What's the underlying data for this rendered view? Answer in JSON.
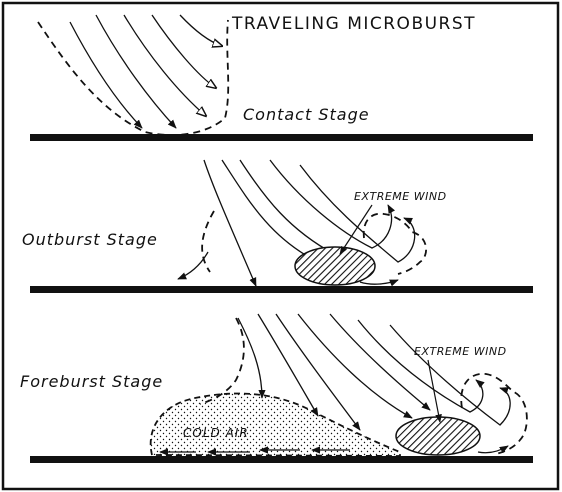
{
  "diagram": {
    "title": "TRAVELING MICROBURST",
    "panels": [
      {
        "id": "contact",
        "label": "Contact Stage"
      },
      {
        "id": "outburst",
        "label": "Outburst Stage",
        "annotation": "EXTREME WIND"
      },
      {
        "id": "foreburst",
        "label": "Foreburst Stage",
        "annotation": "EXTREME WIND",
        "region_label": "COLD AIR"
      }
    ]
  }
}
